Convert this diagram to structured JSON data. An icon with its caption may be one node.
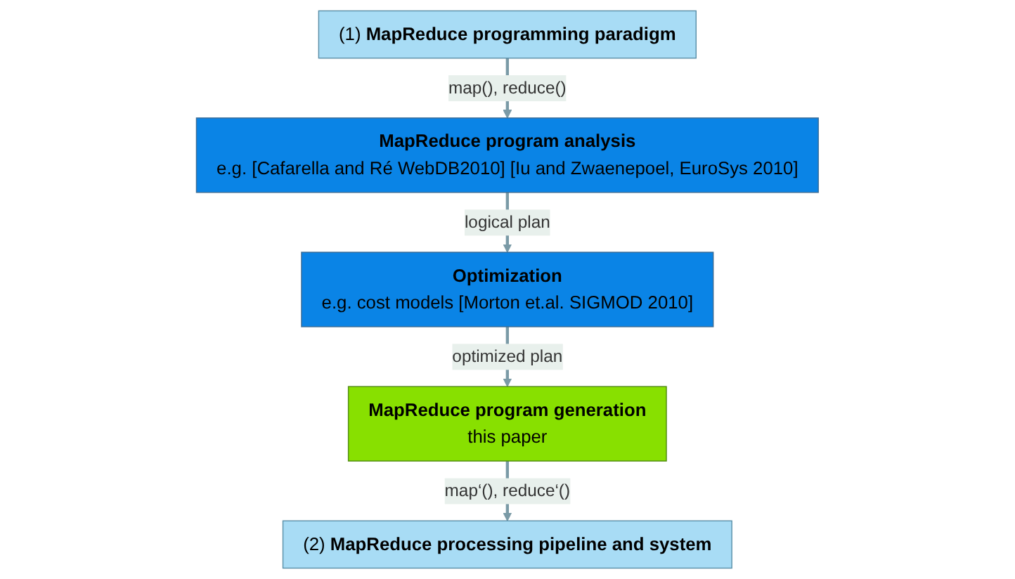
{
  "diagram": {
    "nodes": [
      {
        "text": [
          "(1) **MapReduce programming paradigm**"
        ]
      },
      {
        "text": [
          "MapReduce program analysis",
          "e.g. [Cafarella and Ré WebDB2010] [Iu and Zwaenepoel, EuroSys 2010]"
        ]
      },
      {
        "text": [
          "Optimization",
          "e.g. cost models [Morton et.al. SIGMOD 2010]"
        ]
      },
      {
        "text": [
          "MapReduce program generation",
          "this paper"
        ]
      },
      {
        "text": [
          "(2) **MapReduce processing pipeline and system**"
        ]
      }
    ],
    "edges": [
      {
        "from": 0,
        "to": 1,
        "arrow": "to",
        "label": "map(), reduce()"
      },
      {
        "from": 1,
        "to": 2,
        "arrow": "to",
        "label": "logical plan"
      },
      {
        "from": 2,
        "to": 3,
        "arrow": "to",
        "label": "optimized plan"
      },
      {
        "from": 3,
        "to": 4,
        "arrow": "to",
        "label": "map‘(), reduce‘()"
      }
    ]
  }
}
